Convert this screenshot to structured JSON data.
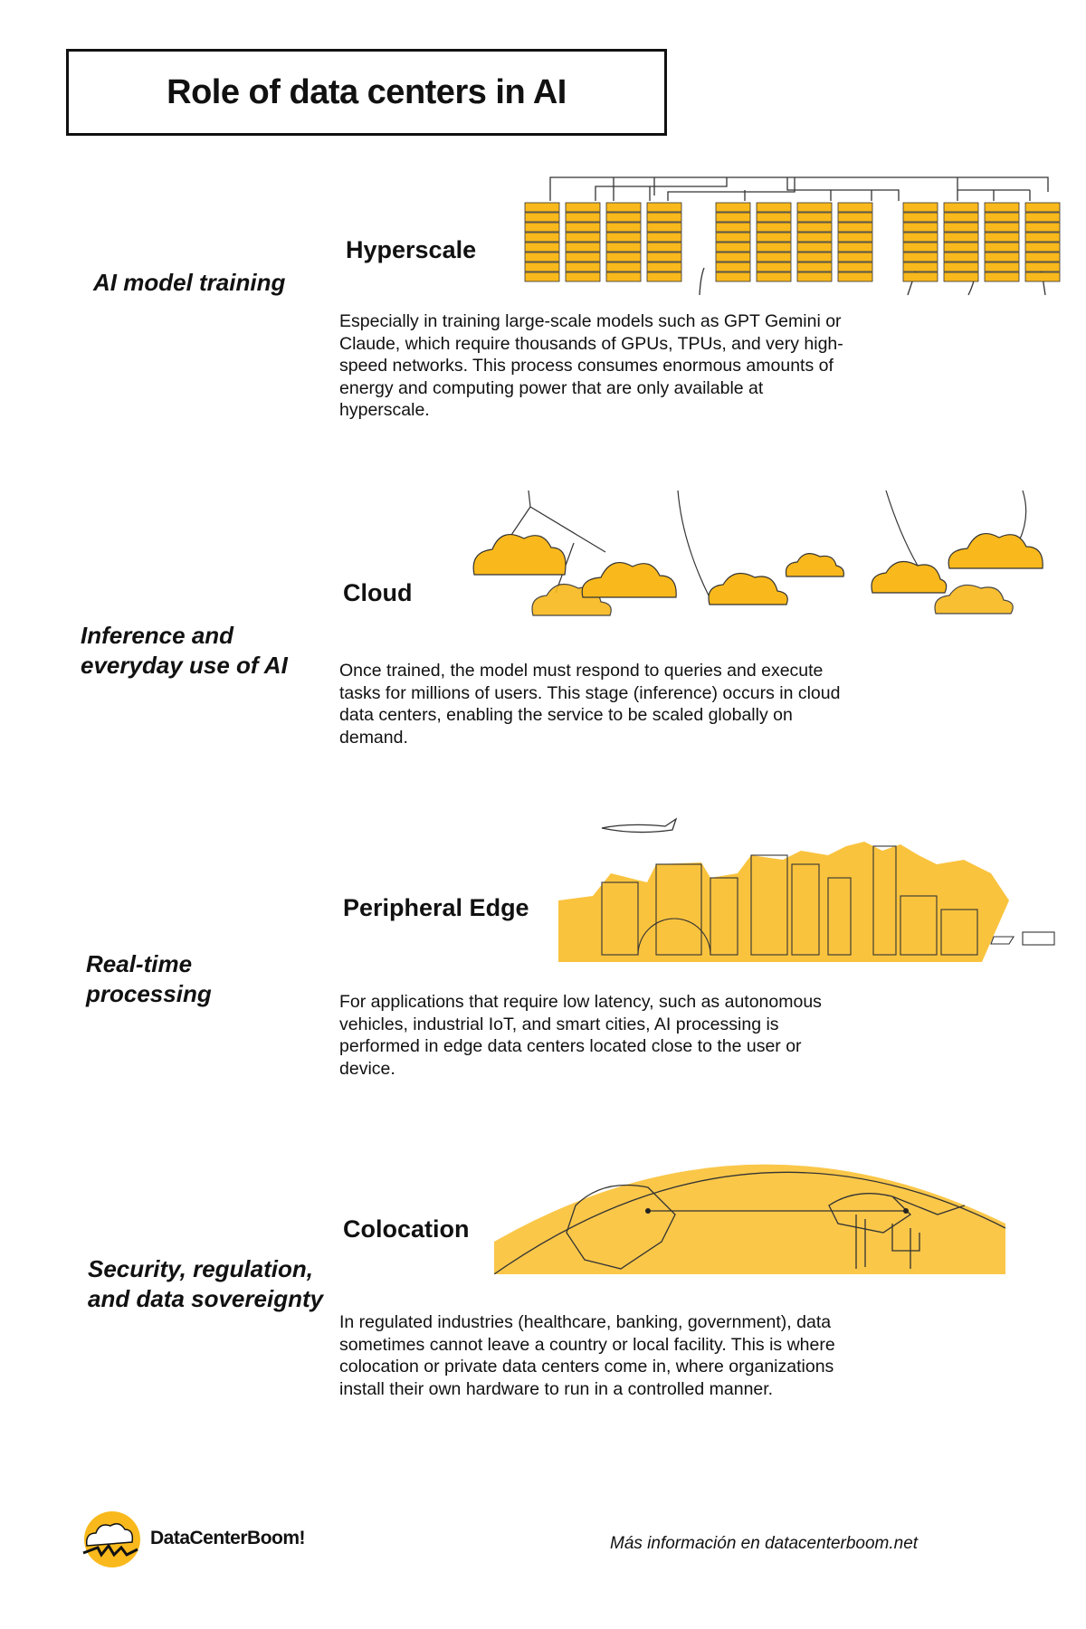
{
  "title": "Role of data centers in AI",
  "sections": [
    {
      "label": "AI model training",
      "heading": "Hyperscale",
      "illustration": "server-racks-icon",
      "paragraph": "Especially in training large-scale models such as GPT Gemini or Claude, which require thousands of GPUs, TPUs, and very high-speed networks. This process consumes enormous amounts of energy and computing power that are only available at hyperscale."
    },
    {
      "label": "Inference and everyday use of AI",
      "heading": "Cloud",
      "illustration": "clouds-icon",
      "paragraph": "Once trained, the model must respond to queries and execute tasks for millions of users. This stage (inference) occurs in cloud data centers, enabling the service to be scaled globally on demand."
    },
    {
      "label": "Real-time processing",
      "heading": "Peripheral Edge",
      "illustration": "city-skyline-icon",
      "paragraph": "For applications that require low latency, such as autonomous vehicles, industrial IoT, and smart cities, AI processing is performed in edge data centers located close to the user or device."
    },
    {
      "label": "Security, regulation, and data sovereignty",
      "heading": "Colocation",
      "illustration": "globe-map-icon",
      "paragraph": "In regulated industries (healthcare, banking, government), data sometimes cannot leave a country or local facility. This is where colocation or private data centers come in, where organizations install their own hardware to run in a controlled manner."
    }
  ],
  "footer": {
    "brand": "DataCenterBoom!",
    "more_info": "Más información en datacenterboom.net"
  },
  "colors": {
    "accent": "#f9b91c",
    "text": "#111111"
  }
}
